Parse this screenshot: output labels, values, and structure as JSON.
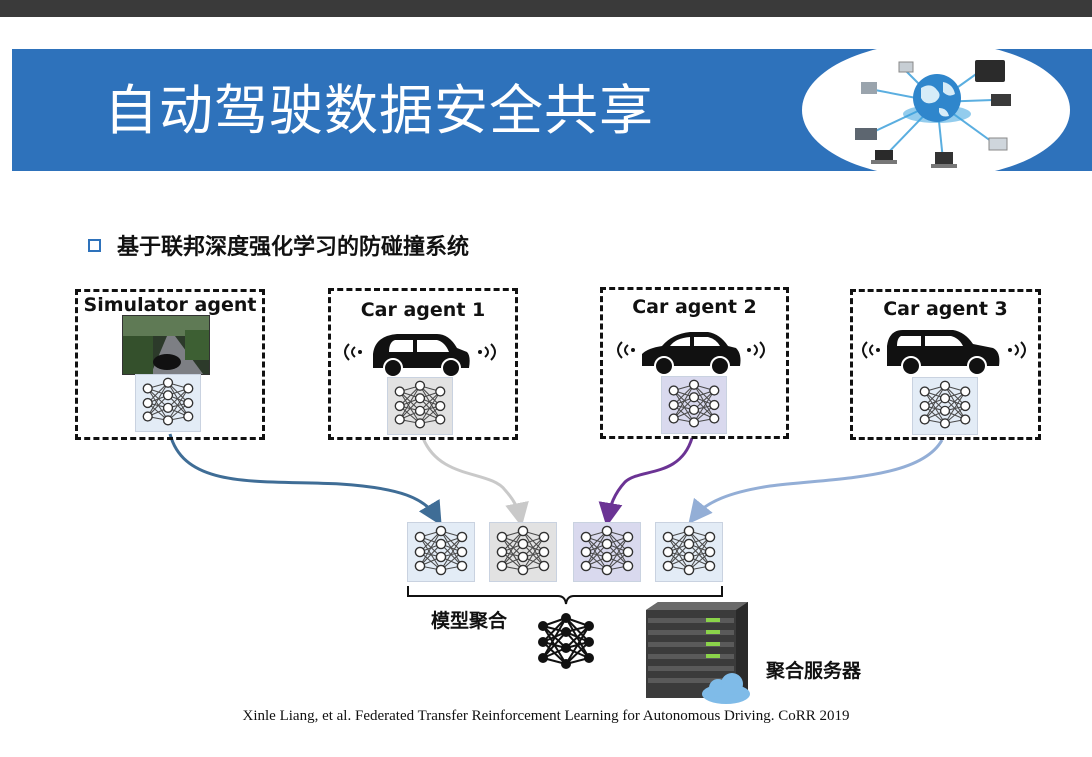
{
  "slide": {
    "title": "自动驾驶数据安全共享",
    "subtitle": "基于联邦深度强化学习的防碰撞系统",
    "agents": [
      {
        "label": "Simulator agent",
        "kind": "simulator"
      },
      {
        "label": "Car agent 1",
        "kind": "car"
      },
      {
        "label": "Car agent 2",
        "kind": "car"
      },
      {
        "label": "Car agent 3",
        "kind": "car"
      }
    ],
    "aggregation_label": "模型聚合",
    "server_label": "聚合服务器",
    "citation": "Xinle Liang, et al. Federated Transfer Reinforcement Learning for Autonomous Driving. CoRR 2019"
  },
  "colors": {
    "banner": "#2e72bb",
    "topbar": "#3a3a3a",
    "nn_simulator_bg": "#e3ecf6",
    "nn_car1_bg": "#e2e2e2",
    "nn_car2_bg": "#d9d9ee",
    "nn_car3_bg": "#e3ecf6",
    "arrow_simulator": "#3f6d96",
    "arrow_car1": "#c9c9c9",
    "arrow_car2": "#6b3394",
    "arrow_car3": "#93aed6",
    "server_led": "#8bd44a",
    "cloud": "#7fbbe8"
  },
  "icons": [
    "network-globe-icon",
    "car-icon",
    "wifi-signal-icon",
    "neural-network-icon",
    "server-icon",
    "cloud-icon",
    "checkbox-bullet-icon"
  ]
}
